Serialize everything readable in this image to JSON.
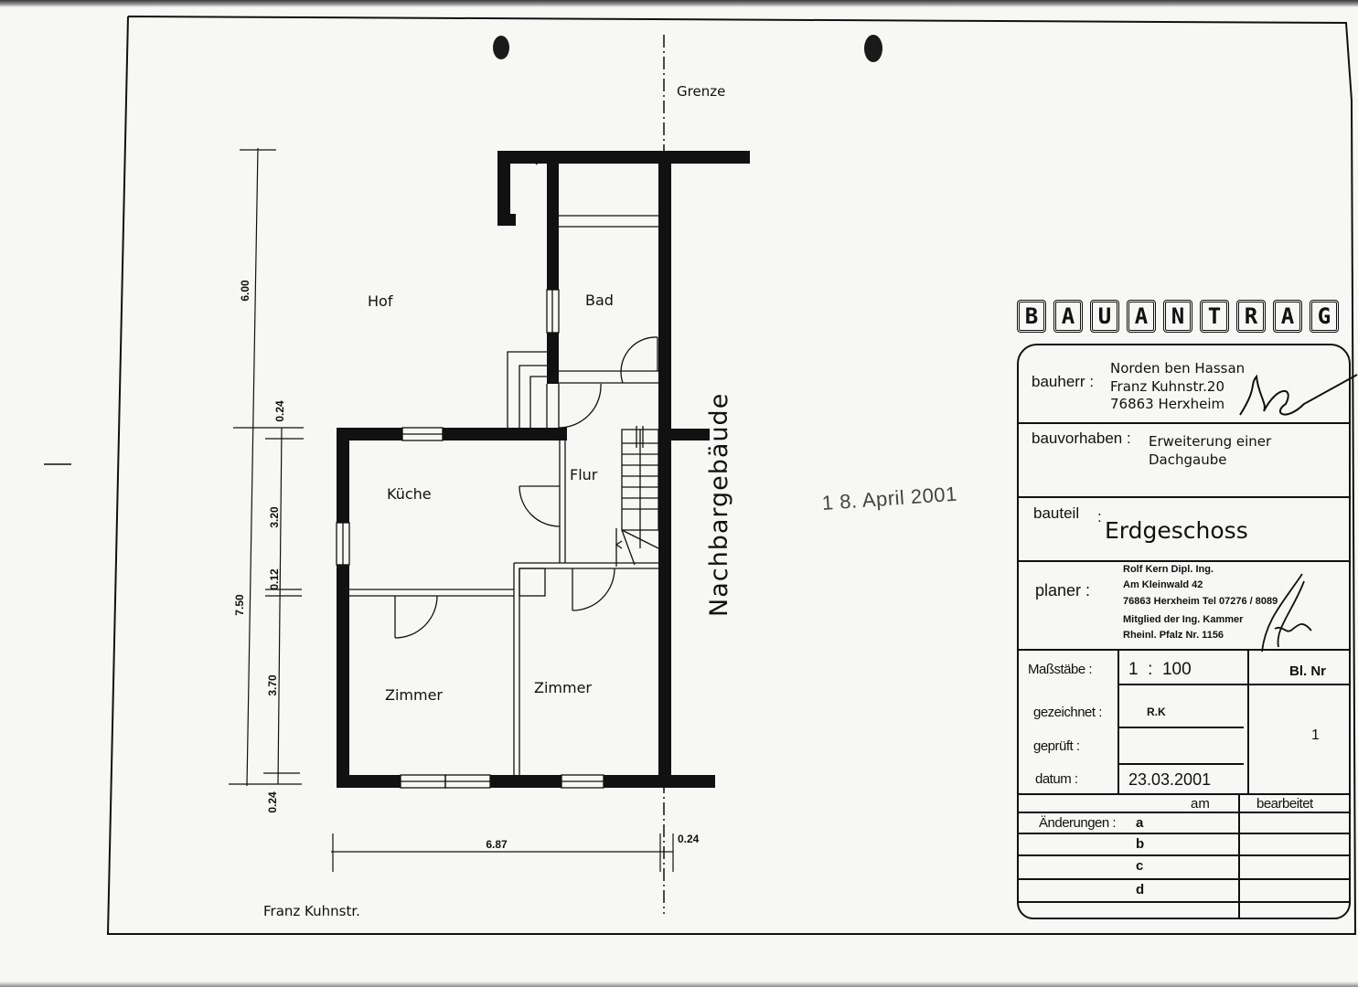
{
  "drawing": {
    "labels": {
      "grenze": "Grenze",
      "hof": "Hof",
      "bad": "Bad",
      "flur": "Flur",
      "kueche": "Küche",
      "zimmer_left": "Zimmer",
      "zimmer_right": "Zimmer",
      "nachbargebaeude": "Nachbargebäude",
      "street": "Franz Kuhnstr."
    },
    "dimensions": {
      "outer_vertical_top": "6.00",
      "outer_vertical_bottom": "7.50",
      "inner_wall_top": "0.24",
      "inner_kueche": "3.20",
      "inner_wall_mid": "0.12",
      "inner_zimmer": "3.70",
      "inner_wall_bottom": "0.24",
      "horizontal_width": "6.87",
      "horizontal_wall": "0.24"
    },
    "stamp_date": "1 8. April 2001"
  },
  "title_block": {
    "heading_letters": [
      "B",
      "A",
      "U",
      "A",
      "N",
      "T",
      "R",
      "A",
      "G"
    ],
    "heading": "BAUANTRAG",
    "bauherr": {
      "label": "bauherr :",
      "name": "Norden ben Hassan",
      "street": "Franz Kuhnstr.20",
      "city": "76863 Herxheim"
    },
    "bauvorhaben": {
      "label": "bauvorhaben :",
      "line1": "Erweiterung einer",
      "line2": "Dachgaube"
    },
    "bauteil": {
      "label": "bauteil",
      "colon": ":",
      "value": "Erdgeschoss"
    },
    "planer": {
      "label": "planer :",
      "line1": "Rolf Kern Dipl. Ing.",
      "line2": "Am Kleinwald 42",
      "line3": "76863 Herxheim   Tel 07276 / 8089",
      "line4": "Mitglied der Ing. Kammer",
      "line5": "Rheinl. Pfalz Nr. 1156"
    },
    "massstaebe": {
      "label": "Maßstäbe :",
      "value": "1  :  100"
    },
    "blatt": {
      "label": "Bl. Nr",
      "value": "1"
    },
    "gezeichnet": {
      "label": "gezeichnet :",
      "value": "R.K"
    },
    "geprueft": {
      "label": "geprüft :",
      "value": ""
    },
    "datum": {
      "label": "datum :",
      "value": "23.03.2001"
    },
    "aenderungen": {
      "header_am": "am",
      "header_bearbeitet": "bearbeitet",
      "label": "Änderungen :",
      "rows": [
        "a",
        "b",
        "c",
        "d"
      ]
    }
  }
}
